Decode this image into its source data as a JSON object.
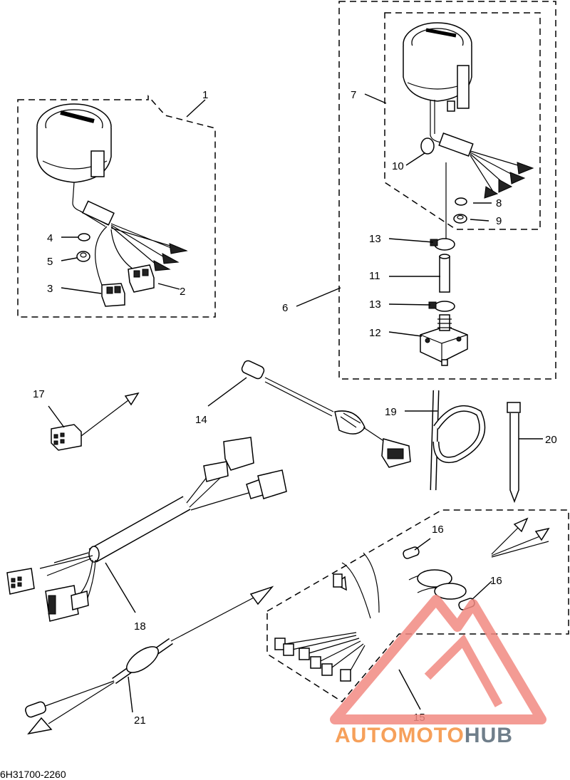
{
  "drawing_code": "6H31700-2260",
  "callouts": [
    {
      "id": "c1",
      "label": "1"
    },
    {
      "id": "c2",
      "label": "2"
    },
    {
      "id": "c3",
      "label": "3"
    },
    {
      "id": "c4",
      "label": "4"
    },
    {
      "id": "c5",
      "label": "5"
    },
    {
      "id": "c6",
      "label": "6"
    },
    {
      "id": "c7",
      "label": "7"
    },
    {
      "id": "c8",
      "label": "8"
    },
    {
      "id": "c9",
      "label": "9"
    },
    {
      "id": "c10",
      "label": "10"
    },
    {
      "id": "c11",
      "label": "11"
    },
    {
      "id": "c12",
      "label": "12"
    },
    {
      "id": "c13a",
      "label": "13"
    },
    {
      "id": "c13b",
      "label": "13"
    },
    {
      "id": "c14",
      "label": "14"
    },
    {
      "id": "c15",
      "label": "15"
    },
    {
      "id": "c16a",
      "label": "16"
    },
    {
      "id": "c16b",
      "label": "16"
    },
    {
      "id": "c17",
      "label": "17"
    },
    {
      "id": "c18",
      "label": "18"
    },
    {
      "id": "c19",
      "label": "19"
    },
    {
      "id": "c20",
      "label": "20"
    },
    {
      "id": "c21",
      "label": "21"
    }
  ],
  "watermark": {
    "part1": "AUTOMOTO",
    "part2": "HUB",
    "color_primary": "#f6a05a",
    "color_secondary": "#6f7e8a",
    "logo_color": "#f28a82"
  }
}
